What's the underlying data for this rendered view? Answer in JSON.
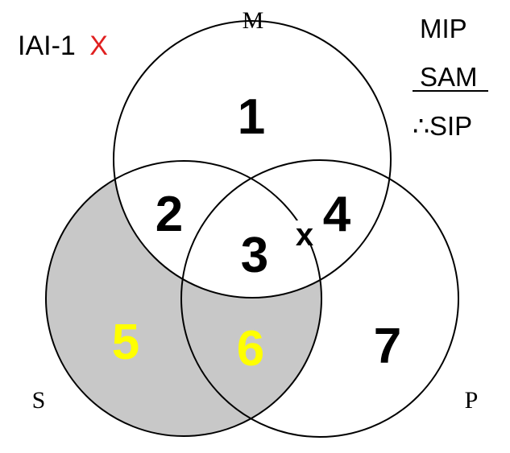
{
  "title": {
    "text": "IAI-1",
    "mark": "X",
    "mark_color": "#e02020"
  },
  "syllogism": {
    "major_premise": "MIP",
    "minor_premise": "SAM",
    "conclusion": "∴SIP"
  },
  "circles": {
    "m_label": "M",
    "s_label": "S",
    "p_label": "P"
  },
  "regions": {
    "r1": "1",
    "r2": "2",
    "r3": "3",
    "r4": "4",
    "r5": "5",
    "r6": "6",
    "r7": "7",
    "x_mark": "x"
  },
  "colors": {
    "shade": "#c8c8c8",
    "highlight_number": "#ffff00",
    "stroke": "#000000"
  }
}
